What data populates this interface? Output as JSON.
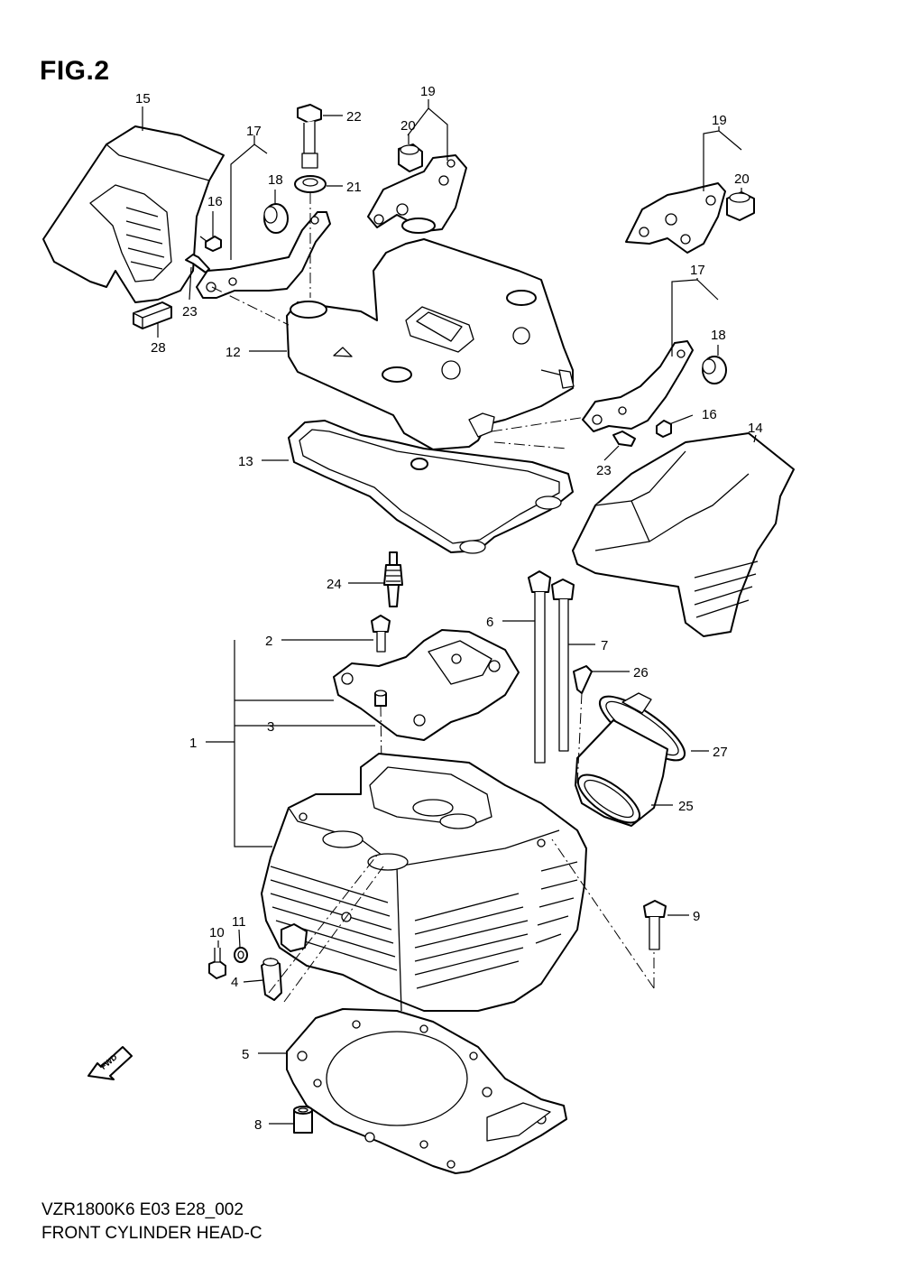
{
  "figure": {
    "title": "FIG.2"
  },
  "footer": {
    "code": "VZR1800K6 E03 E28_002",
    "name": "FRONT CYLINDER HEAD-C"
  },
  "fwd_label": "FWD",
  "callouts": {
    "c1": "1",
    "c2": "2",
    "c3": "3",
    "c4": "4",
    "c5": "5",
    "c6": "6",
    "c7": "7",
    "c8": "8",
    "c9": "9",
    "c10": "10",
    "c11": "11",
    "c12": "12",
    "c13": "13",
    "c14": "14",
    "c15": "15",
    "c16a": "16",
    "c16b": "16",
    "c17a": "17",
    "c17b": "17",
    "c18a": "18",
    "c18b": "18",
    "c19a": "19",
    "c19b": "19",
    "c20a": "20",
    "c20b": "20",
    "c21": "21",
    "c22": "22",
    "c23a": "23",
    "c23b": "23",
    "c24": "24",
    "c25": "25",
    "c26": "26",
    "c27": "27",
    "c28": "28"
  }
}
